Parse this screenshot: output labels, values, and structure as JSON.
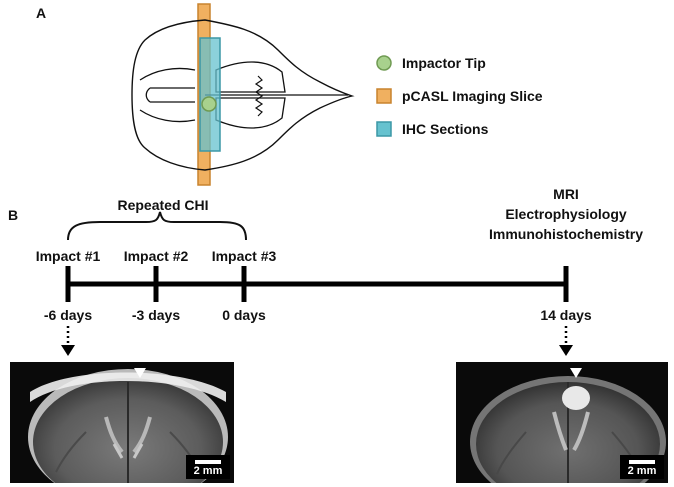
{
  "panel_a": {
    "label": "A",
    "legend": [
      {
        "id": "impactor",
        "label": "Impactor Tip",
        "color": "#a8d18d",
        "border": "#6f9a52",
        "shape": "circle"
      },
      {
        "id": "pcasl",
        "label": "pCASL Imaging Slice",
        "color": "#f0b060",
        "border": "#c8832e",
        "shape": "square"
      },
      {
        "id": "ihc",
        "label": "IHC Sections",
        "color": "#66c2cf",
        "border": "#3b97a6",
        "shape": "square"
      }
    ]
  },
  "panel_b": {
    "label": "B",
    "bracket_label": "Repeated CHI",
    "end_labels": [
      "MRI",
      "Electrophysiology",
      "Immunohistochemistry"
    ],
    "events": [
      {
        "label": "Impact #1",
        "time": "-6 days"
      },
      {
        "label": "Impact #2",
        "time": "-3 days"
      },
      {
        "label": "Impact #3",
        "time": "0 days"
      }
    ],
    "end_time": "14 days",
    "scale_bar_left": "2 mm",
    "scale_bar_right": "2 mm"
  }
}
